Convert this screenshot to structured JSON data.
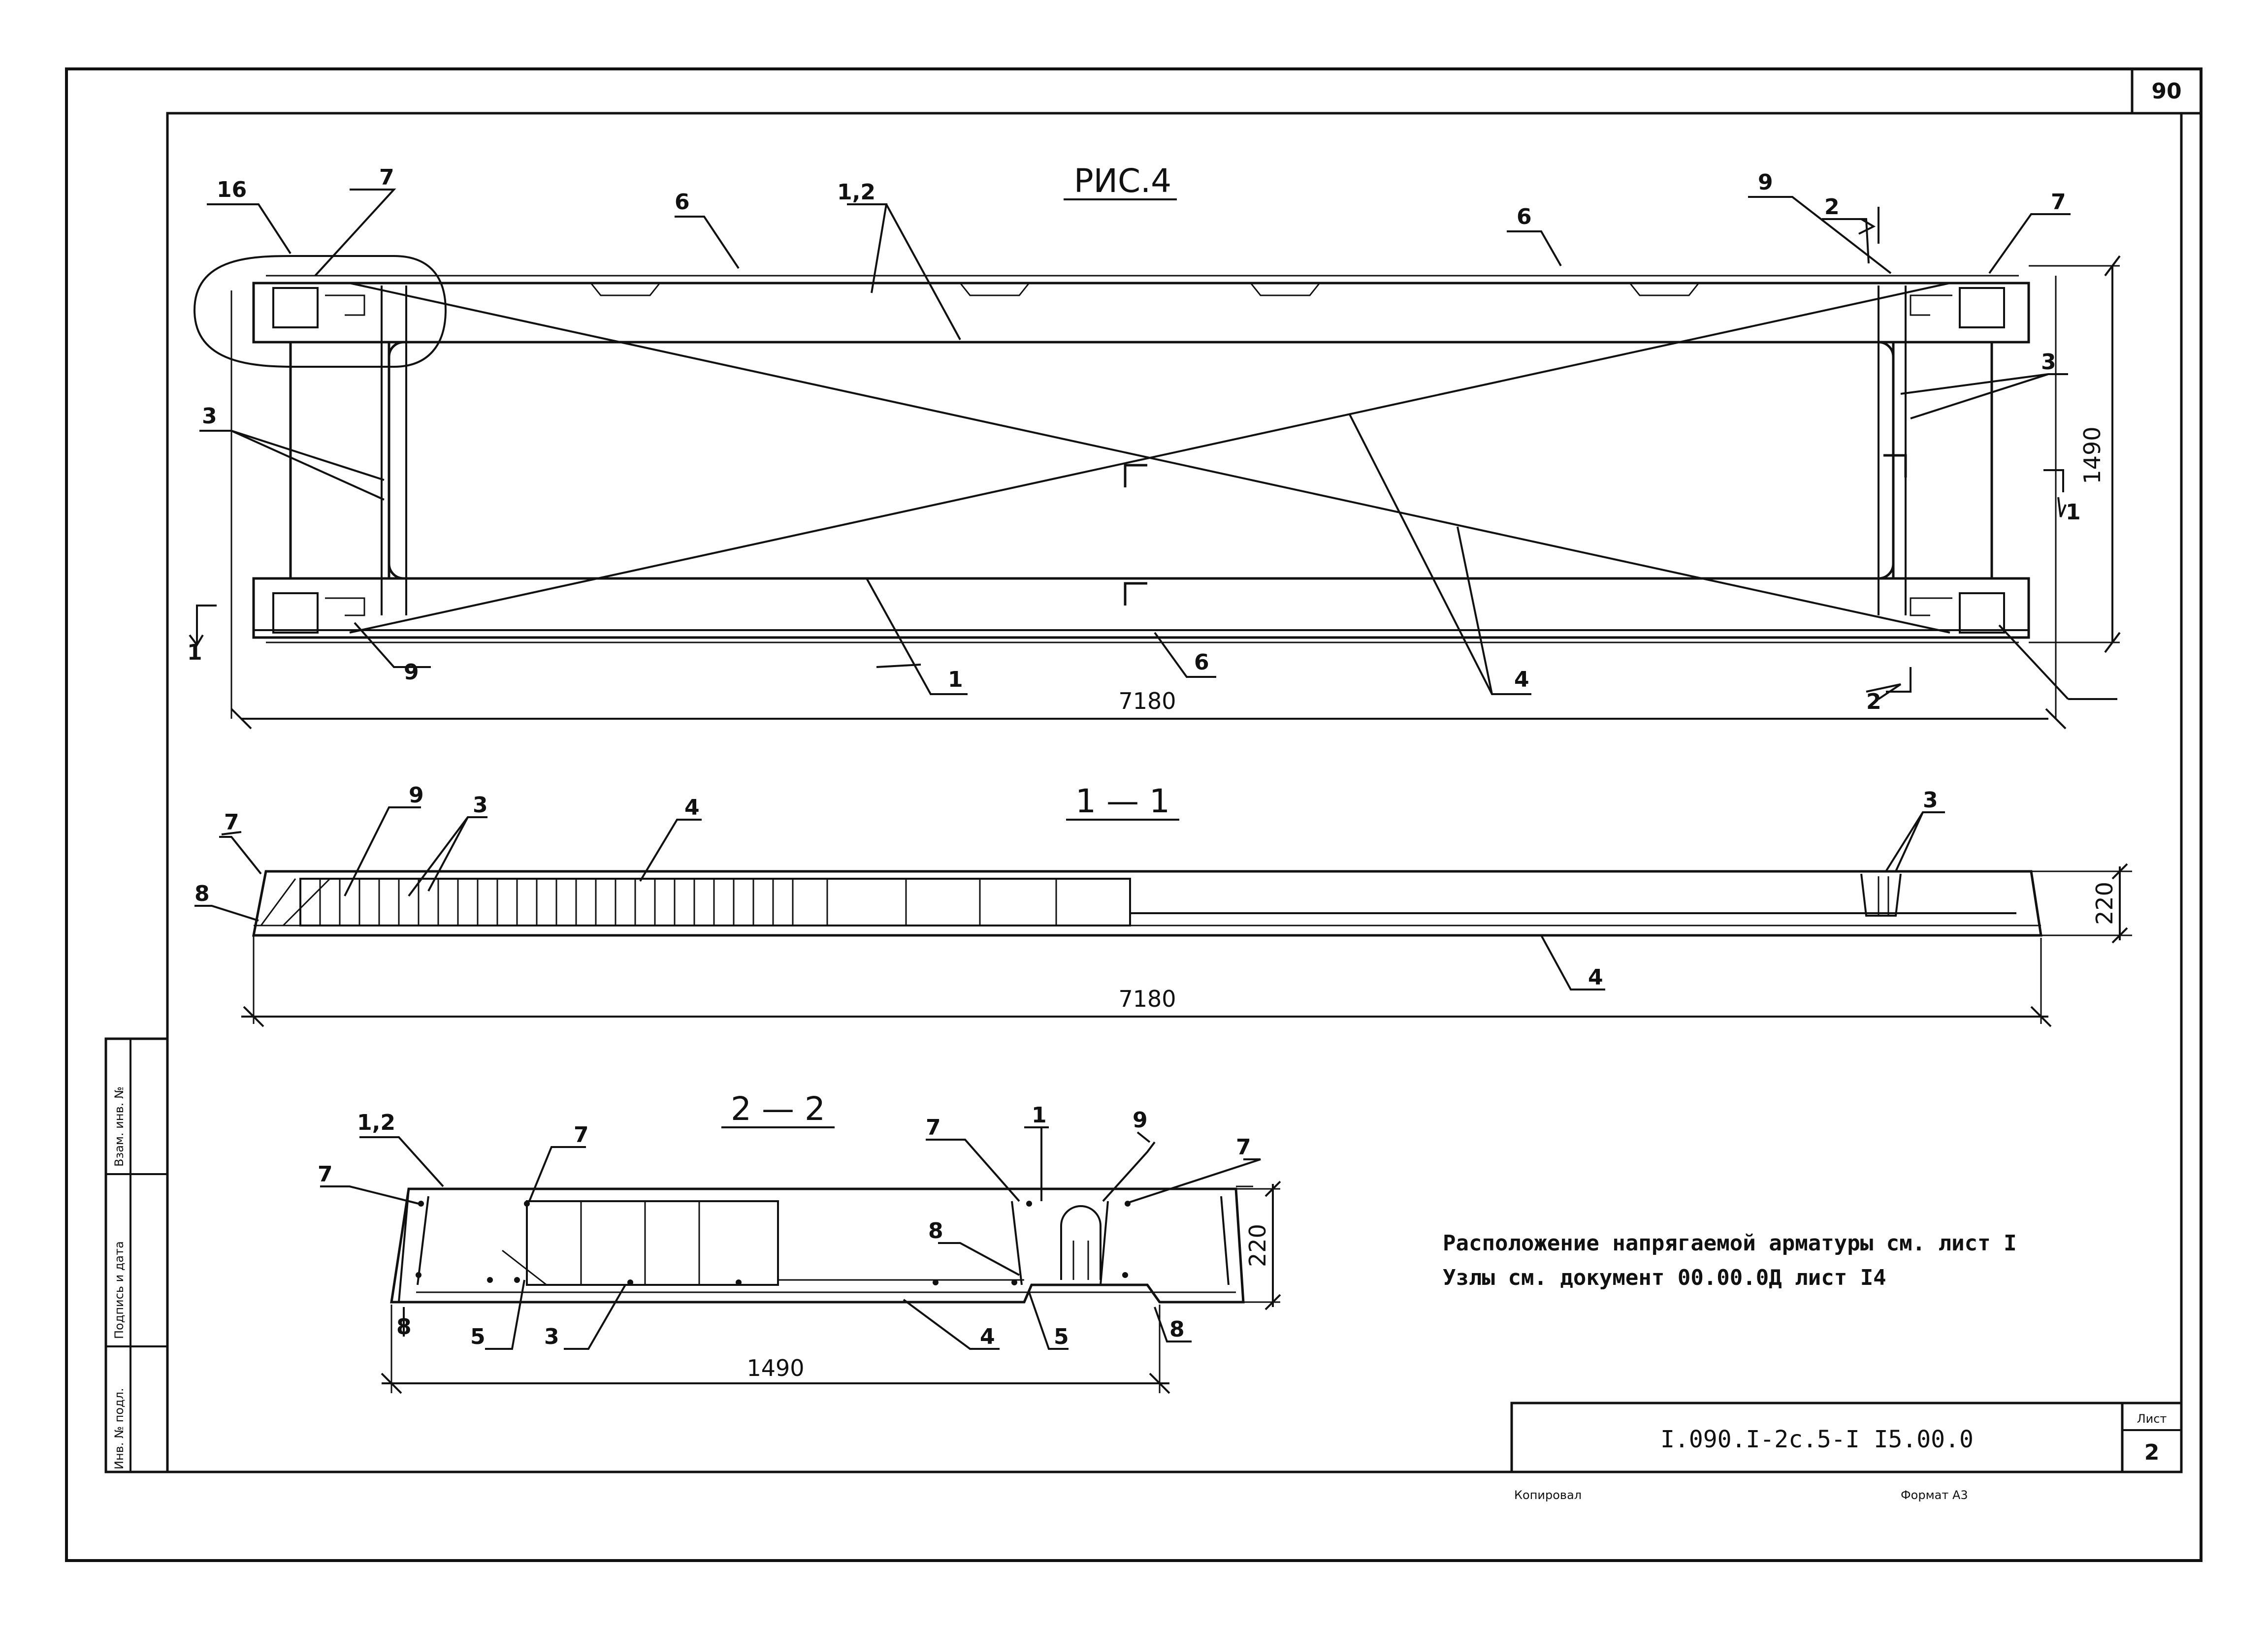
{
  "sheet_number": "90",
  "figure": {
    "title": "РИС.4",
    "labels": {
      "l16": "16",
      "l7_left": "7",
      "l6_top": "6",
      "l12_top": "1,2",
      "l9_top": "9",
      "l2_top": "2",
      "l6_top_right": "6",
      "l7_right": "7",
      "l3_left": "3",
      "l3_right": "3",
      "l1_section": "1",
      "l1_section_right": "1",
      "l9_bottom": "9",
      "l1_bottom": "1",
      "l6_bottom": "6",
      "l4_bottom": "4",
      "l2_bottom": "2"
    },
    "dim_length": "7180",
    "dim_height": "1490"
  },
  "section_1_1": {
    "title": "1 — 1",
    "labels": {
      "l7": "7",
      "l9": "9",
      "l3": "3",
      "l4_top": "4",
      "l3_right": "3",
      "l8": "8",
      "l4_bottom": "4"
    },
    "dim_height": "220",
    "dim_length": "7180"
  },
  "section_2_2": {
    "title": "2 — 2",
    "labels": {
      "l12": "1,2",
      "l7_a": "7",
      "l7_b": "7",
      "l7_c": "7",
      "l1": "1",
      "l9": "9",
      "l7_d": "7",
      "l8_right_top": "8",
      "l8_left": "8",
      "l5_left": "5",
      "l3": "3",
      "l4": "4",
      "l5_right": "5",
      "l8_right": "8"
    },
    "dim_height": "220",
    "dim_width": "1490"
  },
  "notes": {
    "line1": "Расположение напрягаемой арматуры см. лист I",
    "line2": "Узлы см. документ 00.00.0Д лист I4"
  },
  "title_block": {
    "code": "I.090.I-2c.5-I  I5.00.0",
    "sheet_label": "Лист",
    "sheet_value": "2"
  },
  "footer": {
    "copied": "Копировал",
    "format": "Формат А3"
  },
  "side_stamp": {
    "field1": "Взам. инв. №",
    "field2": "Подпись и дата",
    "field3": "Инв. № подл."
  }
}
